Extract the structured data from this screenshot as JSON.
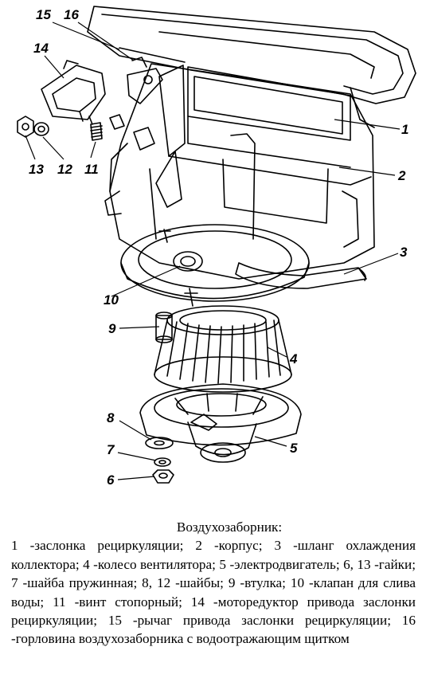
{
  "figure": {
    "callouts": [
      "1",
      "2",
      "3",
      "4",
      "5",
      "6",
      "7",
      "8",
      "9",
      "10",
      "11",
      "12",
      "13",
      "14",
      "15",
      "16"
    ]
  },
  "caption": {
    "title": "Воздухозаборник:",
    "body": "1 -заслонка рециркуляции; 2 -корпус; 3 -шланг охлаждения коллектора; 4 -колесо вентилятора; 5 -электродвигатель; 6, 13 -гайки; 7 -шайба пружинная; 8, 12 -шайбы; 9 -втулка; 10 -клапан для слива воды; 11 -винт стопорный; 14 -моторедуктор привода заслонки рециркуляции; 15 -рычаг привода заслонки рециркуляции; 16 -горловина воздухозаборника с водоотражающим щитком"
  }
}
